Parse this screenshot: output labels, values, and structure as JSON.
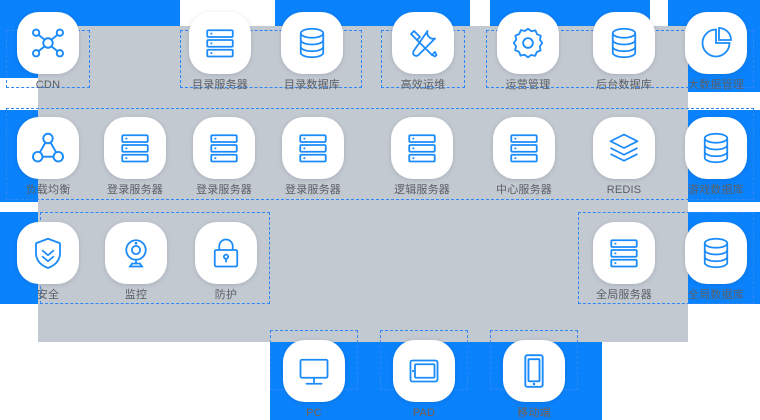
{
  "theme": {
    "accent_blue": "#0a82fb",
    "icon_blue": "#1b8bf9",
    "panel_grey": "#c3c9d0",
    "chip_white": "#ffffff",
    "dash_blue": "#2f86f6",
    "caption_grey": "#5a5f66"
  },
  "diagram": {
    "title": "",
    "rows": [
      {
        "name": "access-row",
        "nodes": [
          {
            "id": "cdn",
            "label": "CDN",
            "icon": "cdn-network-icon"
          },
          {
            "id": "dir-server",
            "label": "目录服务器",
            "icon": "server-rack-icon"
          },
          {
            "id": "dir-db",
            "label": "目录数据库",
            "icon": "database-cylinder-icon"
          },
          {
            "id": "ops",
            "label": "高效运维",
            "icon": "wrench-screwdriver-icon"
          },
          {
            "id": "ops-mgmt",
            "label": "运营管理",
            "icon": "gear-icon"
          },
          {
            "id": "backend-db",
            "label": "后台数据库",
            "icon": "database-cylinder-icon"
          },
          {
            "id": "bigdata-mgmt",
            "label": "大数据管理",
            "icon": "pie-chart-icon"
          }
        ]
      },
      {
        "name": "service-row",
        "nodes": [
          {
            "id": "load-balance",
            "label": "负载均衡",
            "icon": "load-balancer-icon"
          },
          {
            "id": "login-server-1",
            "label": "登录服务器",
            "icon": "server-rack-icon"
          },
          {
            "id": "login-server-2",
            "label": "登录服务器",
            "icon": "server-rack-icon"
          },
          {
            "id": "login-server-3",
            "label": "登录服务器",
            "icon": "server-rack-icon"
          },
          {
            "id": "logic-server",
            "label": "逻辑服务器",
            "icon": "server-rack-icon"
          },
          {
            "id": "center-server",
            "label": "中心服务器",
            "icon": "server-rack-icon"
          },
          {
            "id": "redis",
            "label": "REDIS",
            "icon": "layers-stack-icon"
          },
          {
            "id": "game-db",
            "label": "游戏数据库",
            "icon": "database-cylinder-icon"
          }
        ]
      },
      {
        "name": "security-row",
        "nodes": [
          {
            "id": "security",
            "label": "安全",
            "icon": "shield-icon"
          },
          {
            "id": "monitor",
            "label": "监控",
            "icon": "camera-monitor-icon"
          },
          {
            "id": "protection",
            "label": "防护",
            "icon": "lock-icon"
          },
          {
            "id": "global-server",
            "label": "全局服务器",
            "icon": "server-rack-icon"
          },
          {
            "id": "global-db",
            "label": "全局数据库",
            "icon": "database-cylinder-icon"
          }
        ]
      },
      {
        "name": "client-row",
        "nodes": [
          {
            "id": "pc",
            "label": "PC",
            "icon": "desktop-monitor-icon"
          },
          {
            "id": "pad",
            "label": "PAD",
            "icon": "tablet-icon"
          },
          {
            "id": "mobile",
            "label": "移动端",
            "icon": "smartphone-icon"
          }
        ]
      }
    ],
    "groups": [
      {
        "id": "group-cdn",
        "label": ""
      },
      {
        "id": "group-directory",
        "label": ""
      },
      {
        "id": "group-ops",
        "label": ""
      },
      {
        "id": "group-mgmt",
        "label": ""
      },
      {
        "id": "group-service",
        "label": ""
      },
      {
        "id": "group-security",
        "label": ""
      },
      {
        "id": "group-global",
        "label": ""
      },
      {
        "id": "group-pc",
        "label": ""
      },
      {
        "id": "group-pad",
        "label": ""
      },
      {
        "id": "group-mobile",
        "label": ""
      }
    ]
  }
}
